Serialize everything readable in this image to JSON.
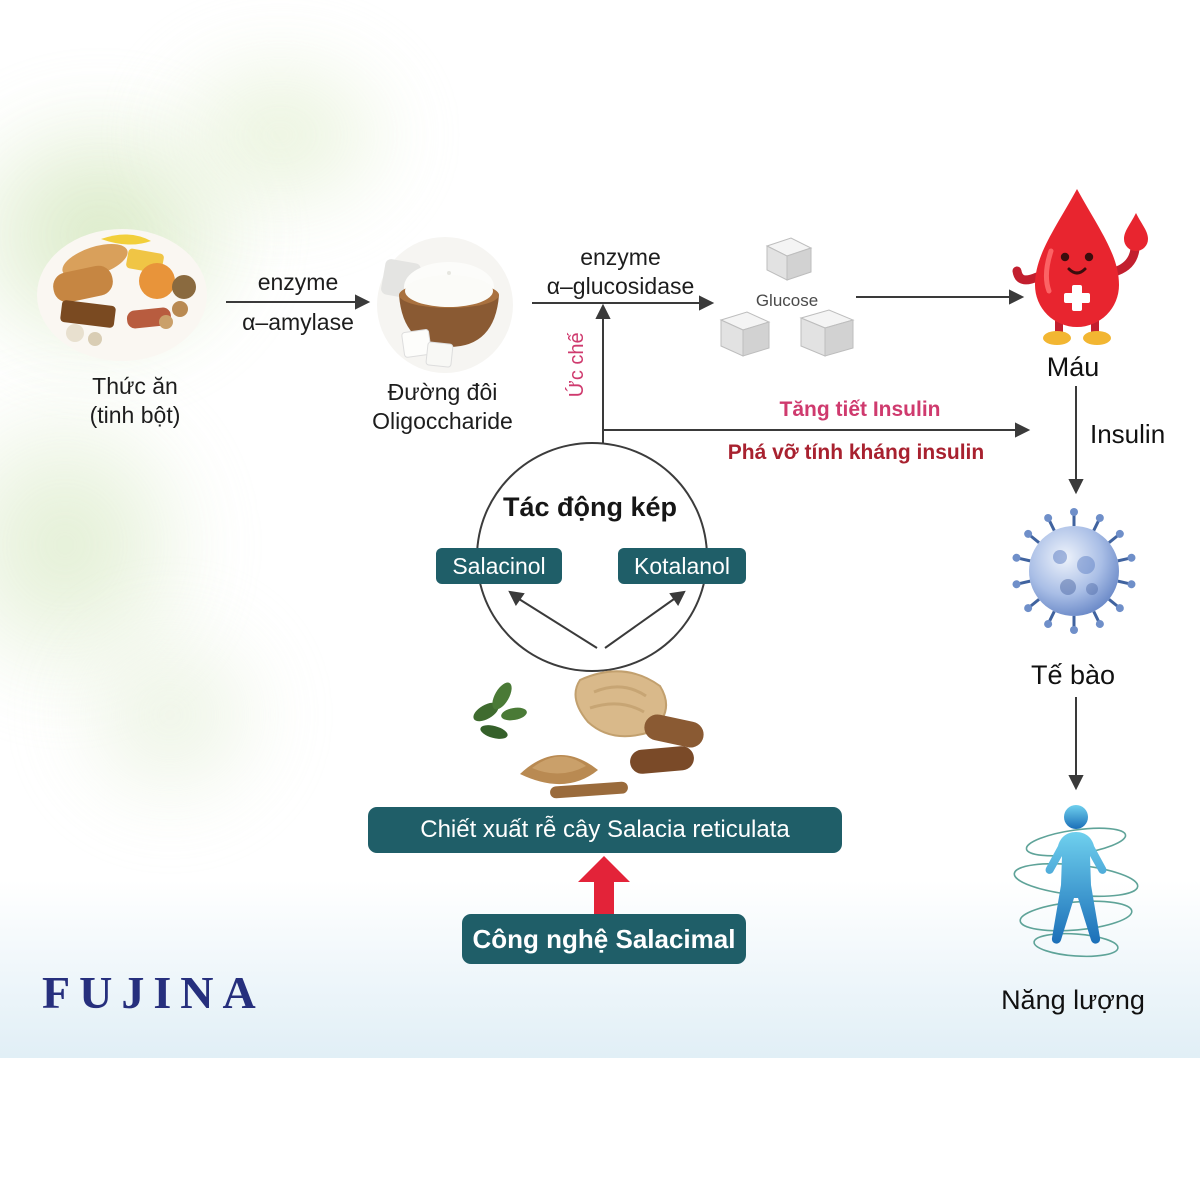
{
  "brand": "FUJINA",
  "flow": {
    "food_label": "Thức ăn\n(tinh bột)",
    "enzyme_amylase_top": "enzyme",
    "enzyme_amylase_bottom": "α–amylase",
    "oligo_label": "Đường đôi\nOligoccharide",
    "enzyme_glucosidase": "enzyme\nα–glucosidase",
    "glucose_label": "Glucose",
    "blood_label": "Máu",
    "insulin_label": "Insulin",
    "cell_label": "Tế bào",
    "energy_label": "Năng lượng"
  },
  "actions": {
    "inhibit": "Ức chế",
    "increase_insulin": "Tăng tiết Insulin",
    "break_resistance": "Phá vỡ tính kháng insulin",
    "dual_action": "Tác động kép",
    "salacinol": "Salacinol",
    "kotalanol": "Kotalanol",
    "extract": "Chiết xuất rễ cây Salacia reticulata",
    "technology": "Công nghệ Salacimal"
  },
  "colors": {
    "teal_box": "#1f5e68",
    "pink": "#cf3a6e",
    "dark_red": "#a8212f",
    "arrow_red": "#e32339",
    "brand_navy": "#262f7d",
    "arrow_gray": "#3a3a3a"
  }
}
